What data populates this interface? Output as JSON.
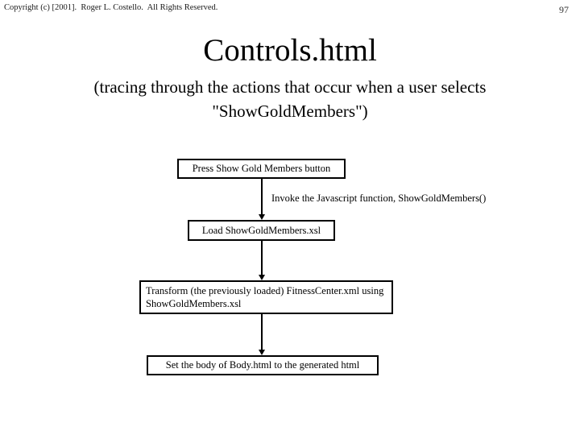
{
  "slide": {
    "copyright": "Copyright (c) [2001].  Roger L. Costello.  All Rights Reserved.",
    "page_number": "97",
    "title": "Controls.html",
    "subtitle_line1": "(tracing through the actions that occur when a user selects",
    "subtitle_line2": "\"ShowGoldMembers\")"
  },
  "flowchart": {
    "steps": [
      {
        "label": "Press Show Gold Members button"
      },
      {
        "label": "Load ShowGoldMembers.xsl"
      },
      {
        "label": "Transform (the previously loaded) FitnessCenter.xml using ShowGoldMembers.xsl"
      },
      {
        "label": "Set the body of Body.html to the generated html"
      }
    ],
    "arrow_label": "Invoke the Javascript function, ShowGoldMembers()"
  }
}
